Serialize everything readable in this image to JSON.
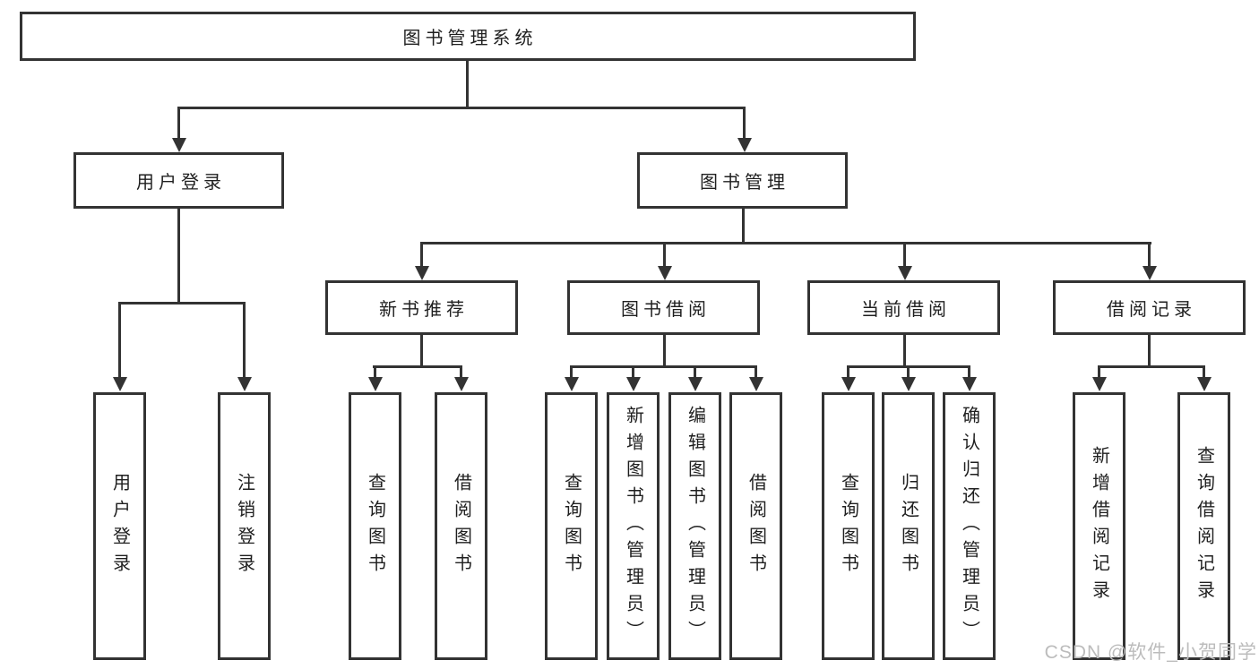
{
  "diagram": {
    "title": "图书管理系统",
    "root": {
      "label": "图书管理系统"
    },
    "level2": [
      {
        "label": "用户登录",
        "leaves": [
          "用户登录",
          "注销登录"
        ]
      },
      {
        "label": "图书管理",
        "children": [
          {
            "label": "新书推荐",
            "leaves": [
              "查询图书",
              "借阅图书"
            ]
          },
          {
            "label": "图书借阅",
            "leaves": [
              "查询图书",
              "新增图书（管理员）",
              "编辑图书（管理员）",
              "借阅图书"
            ]
          },
          {
            "label": "当前借阅",
            "leaves": [
              "查询图书",
              "归还图书",
              "确认归还（管理员）"
            ]
          },
          {
            "label": "借阅记录",
            "leaves": [
              "新增借阅记录",
              "查询借阅记录"
            ]
          }
        ]
      }
    ]
  },
  "watermark": {
    "text": "CSDN @软件_小贺同学"
  },
  "colors": {
    "line": "#333333",
    "text": "#1f1f1f",
    "background": "#ffffff",
    "watermark": "#bcbcbc"
  }
}
